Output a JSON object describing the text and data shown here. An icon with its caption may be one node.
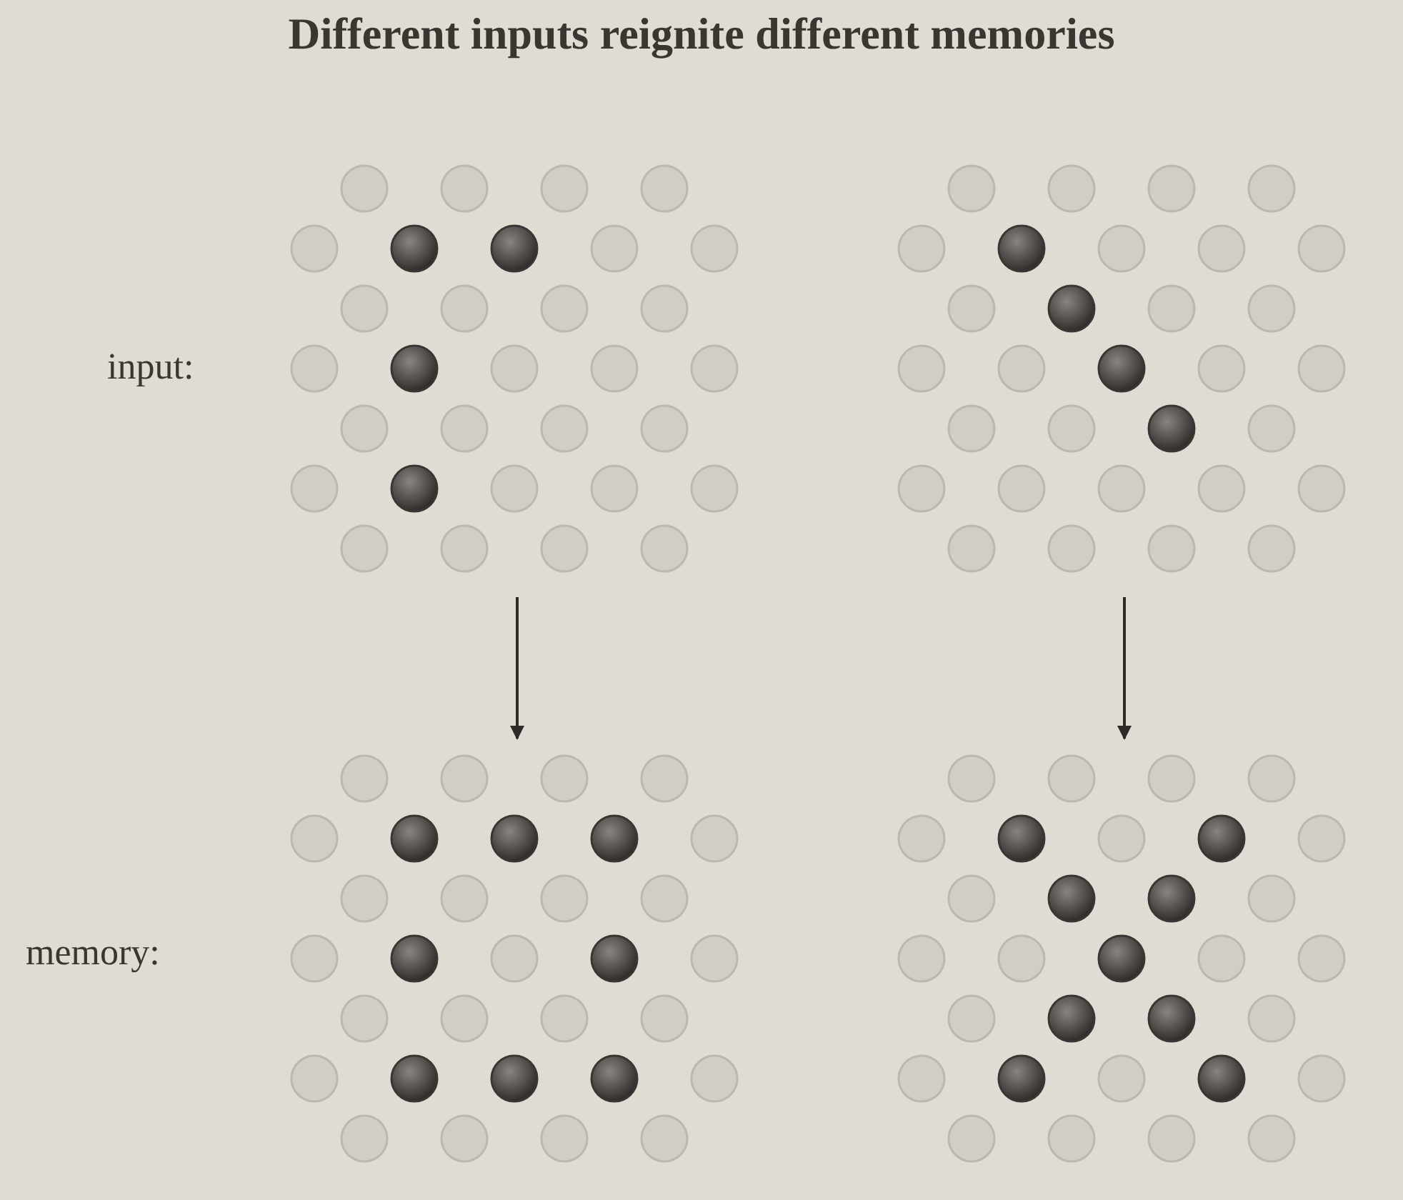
{
  "diagram": {
    "title": "Different inputs reignite different memories",
    "nodes": [
      {
        "text": [],
        "shape": "picture"
      },
      {
        "text": [],
        "shape": "picture"
      },
      {
        "text": [],
        "shape": "picture"
      },
      {
        "text": [],
        "shape": "picture"
      }
    ],
    "edges": [
      {
        "from": 0,
        "to": 2,
        "arrow": "to"
      },
      {
        "from": 1,
        "to": 3,
        "arrow": "to"
      }
    ],
    "labels": [
      "input:",
      "memory:"
    ]
  }
}
